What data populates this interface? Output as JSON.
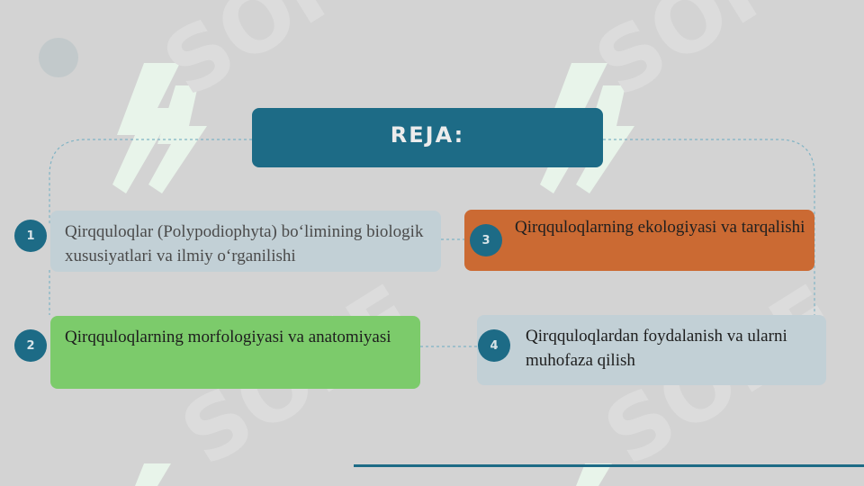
{
  "slide": {
    "title": "REJA:",
    "items": [
      {
        "number": "1",
        "text": "Qirqquloqlar (Polypodiophyta) bo‘limining biologik xususiyatlari va ilmiy o‘rganilishi",
        "color": "#c2d0d6"
      },
      {
        "number": "2",
        "text": "Qirqquloqlarning morfologiyasi va anatomiyasi",
        "color": "#7ccb6b"
      },
      {
        "number": "3",
        "text": "Qirqquloqlarning ekologiyasi va tarqalishi",
        "color": "#cb6a33"
      },
      {
        "number": "4",
        "text": "Qirqquloqlardan foydalanish va ularni muhofaza qilish",
        "color": "#c2d0d6"
      }
    ]
  },
  "watermark": {
    "text": "SOFF"
  },
  "colors": {
    "accent": "#1d6b86",
    "background": "#d3d3d3",
    "watermark": "#e9f6ec"
  }
}
